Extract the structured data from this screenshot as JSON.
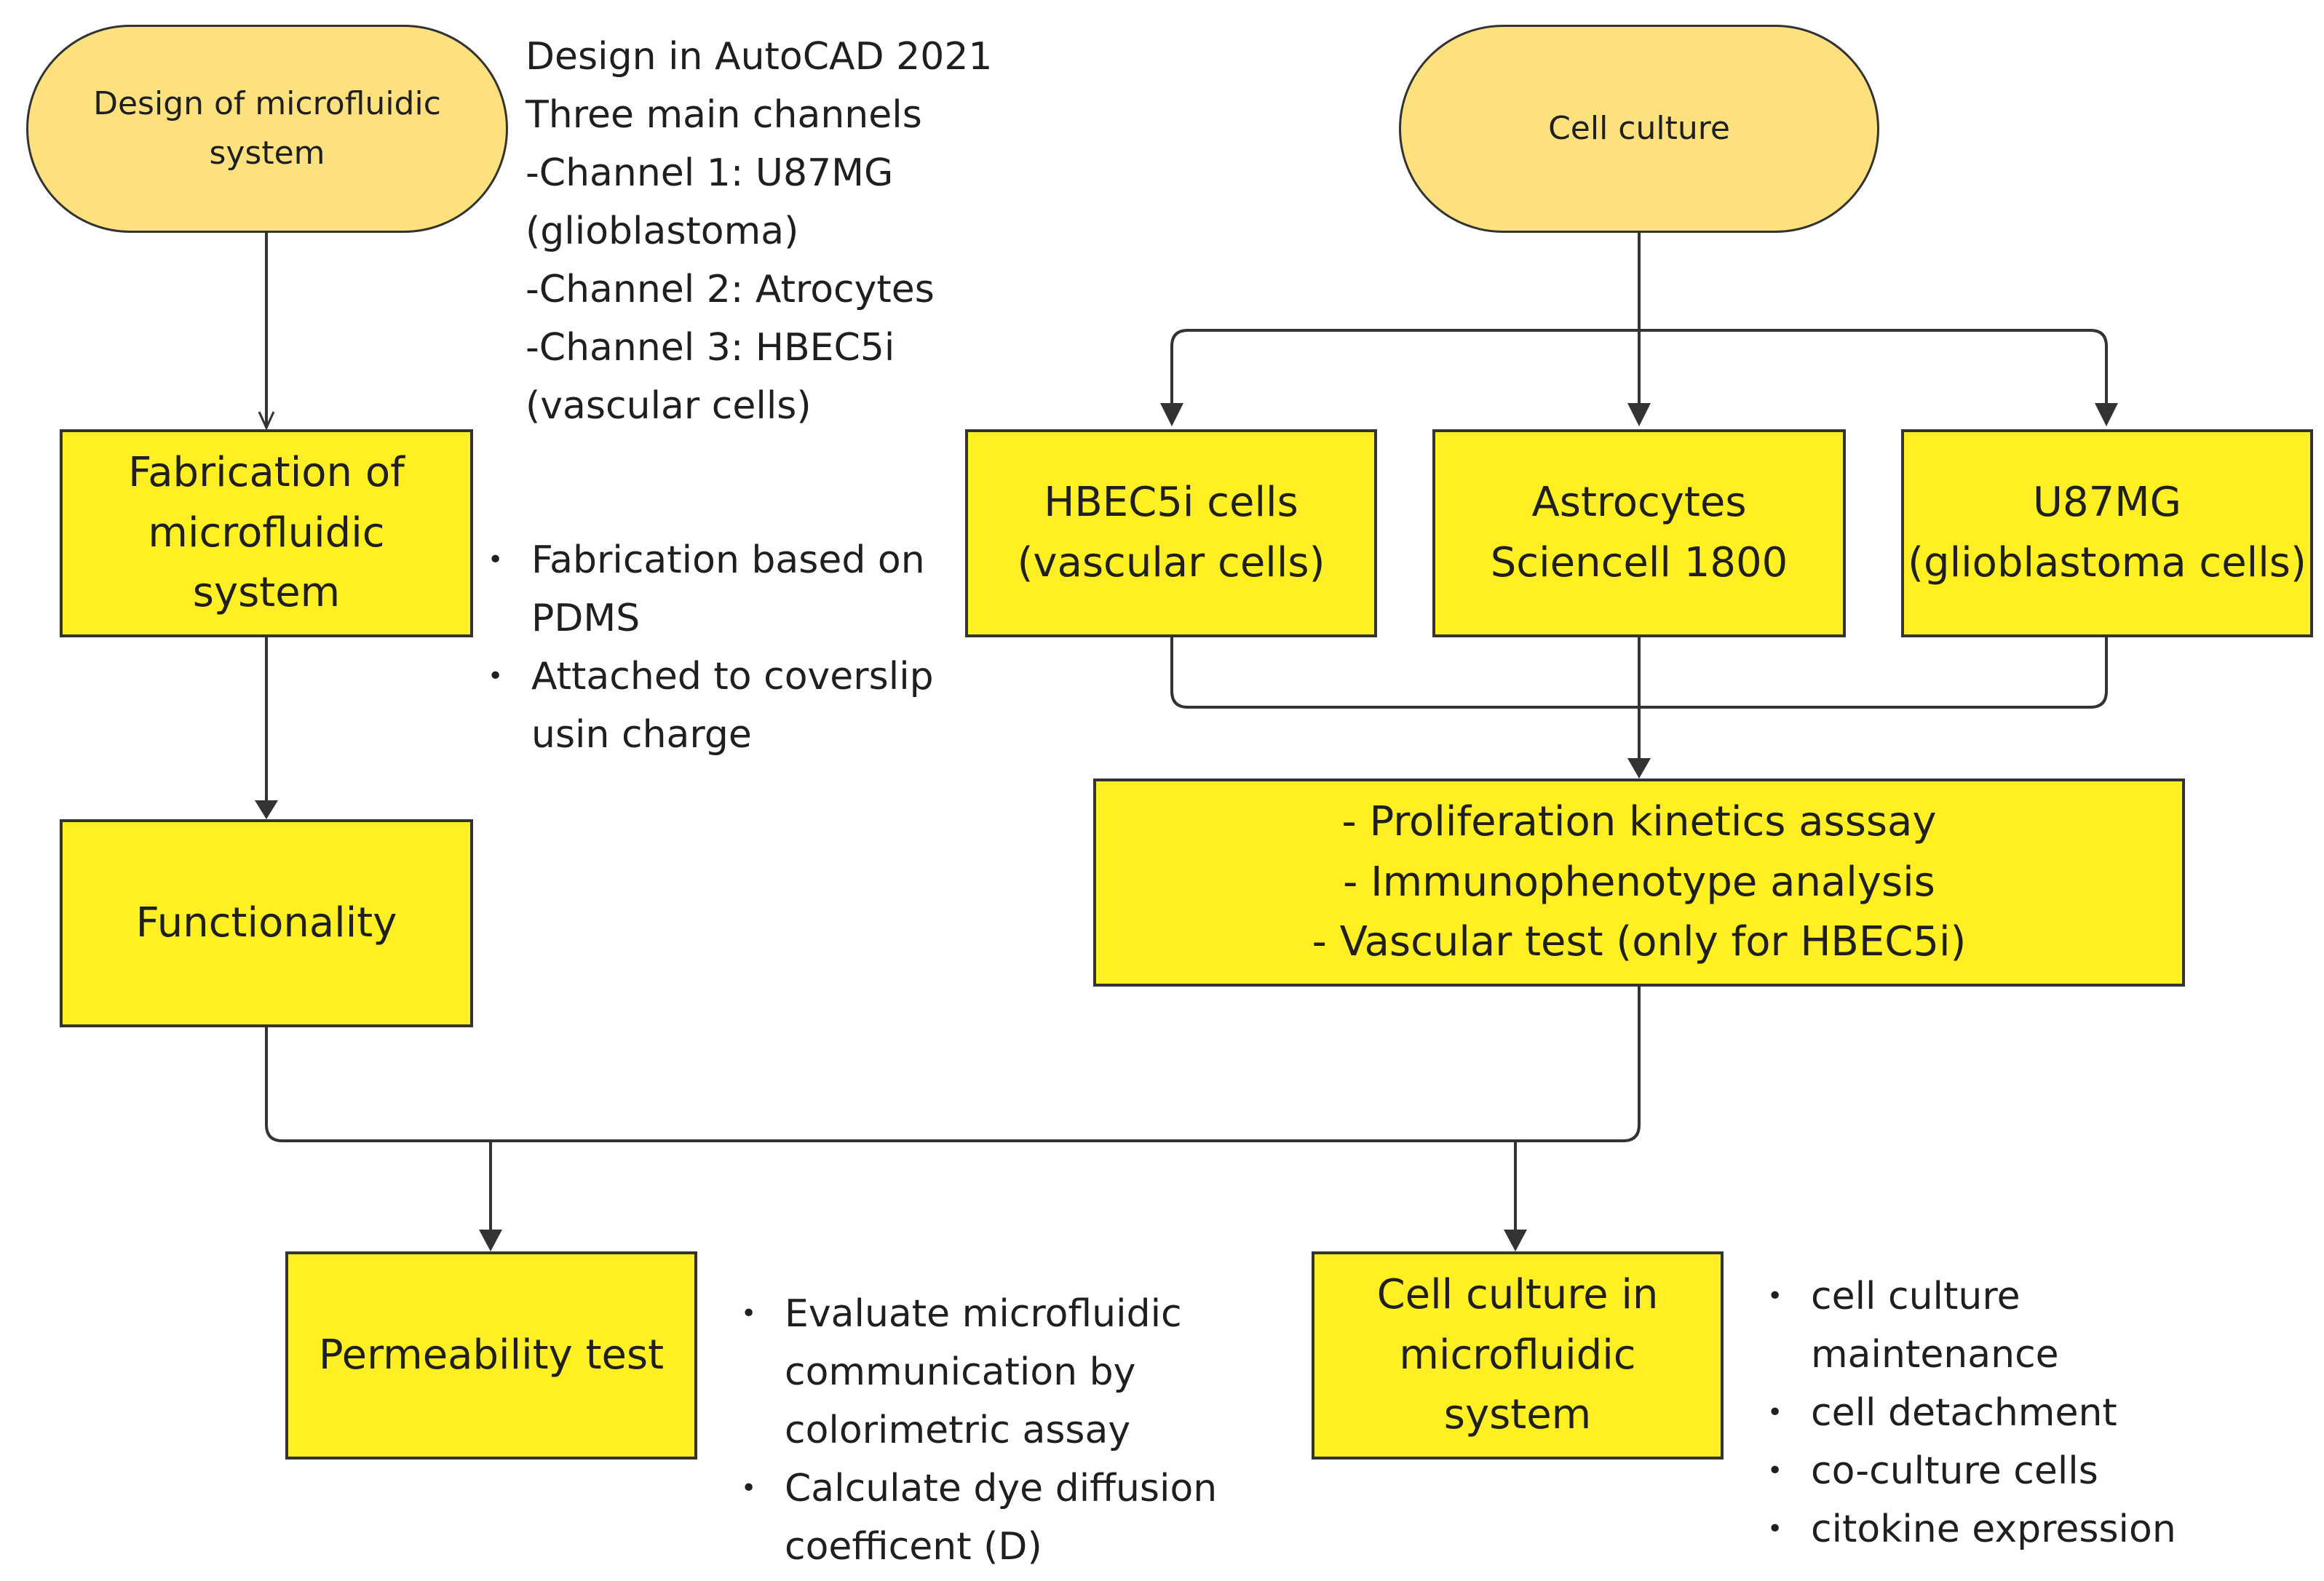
{
  "nodes": {
    "design": "Design of microfluidic system",
    "cell_culture": "Cell culture",
    "fabrication": "Fabrication of microfluidic system",
    "functionality": "Functionality",
    "hbec": "HBEC5i cells\n(vascular cells)",
    "astrocytes": "Astrocytes\nSciencell 1800",
    "u87": "U87MG\n(glioblastoma cells)",
    "assays": "- Proliferation kinetics asssay\n- Immunophenotype analysis\n- Vascular test (only for HBEC5i)",
    "permeability": "Permeability test",
    "cell_culture_micro": "Cell culture in microfluidic system"
  },
  "design_notes": [
    "Design in AutoCAD 2021",
    "Three main channels",
    "-Channel 1: U87MG",
    "(glioblastoma)",
    "-Channel 2: Atrocytes",
    "-Channel 3: HBEC5i",
    "(vascular cells)"
  ],
  "fabrication_notes": [
    "Fabrication based on\nPDMS",
    "Attached to coverslip\nusin charge"
  ],
  "permeability_notes": [
    "Evaluate microfluidic\ncommunication by\ncolorimetric assay",
    "Calculate dye diffusion\ncoefficent (D)"
  ],
  "culture_notes": [
    "cell culture\nmaintenance",
    "cell detachment",
    "co-culture cells",
    "citokine expression"
  ],
  "colors": {
    "start_fill": "#fce17e",
    "process_fill": "#ffef23",
    "stroke": "#333333"
  }
}
